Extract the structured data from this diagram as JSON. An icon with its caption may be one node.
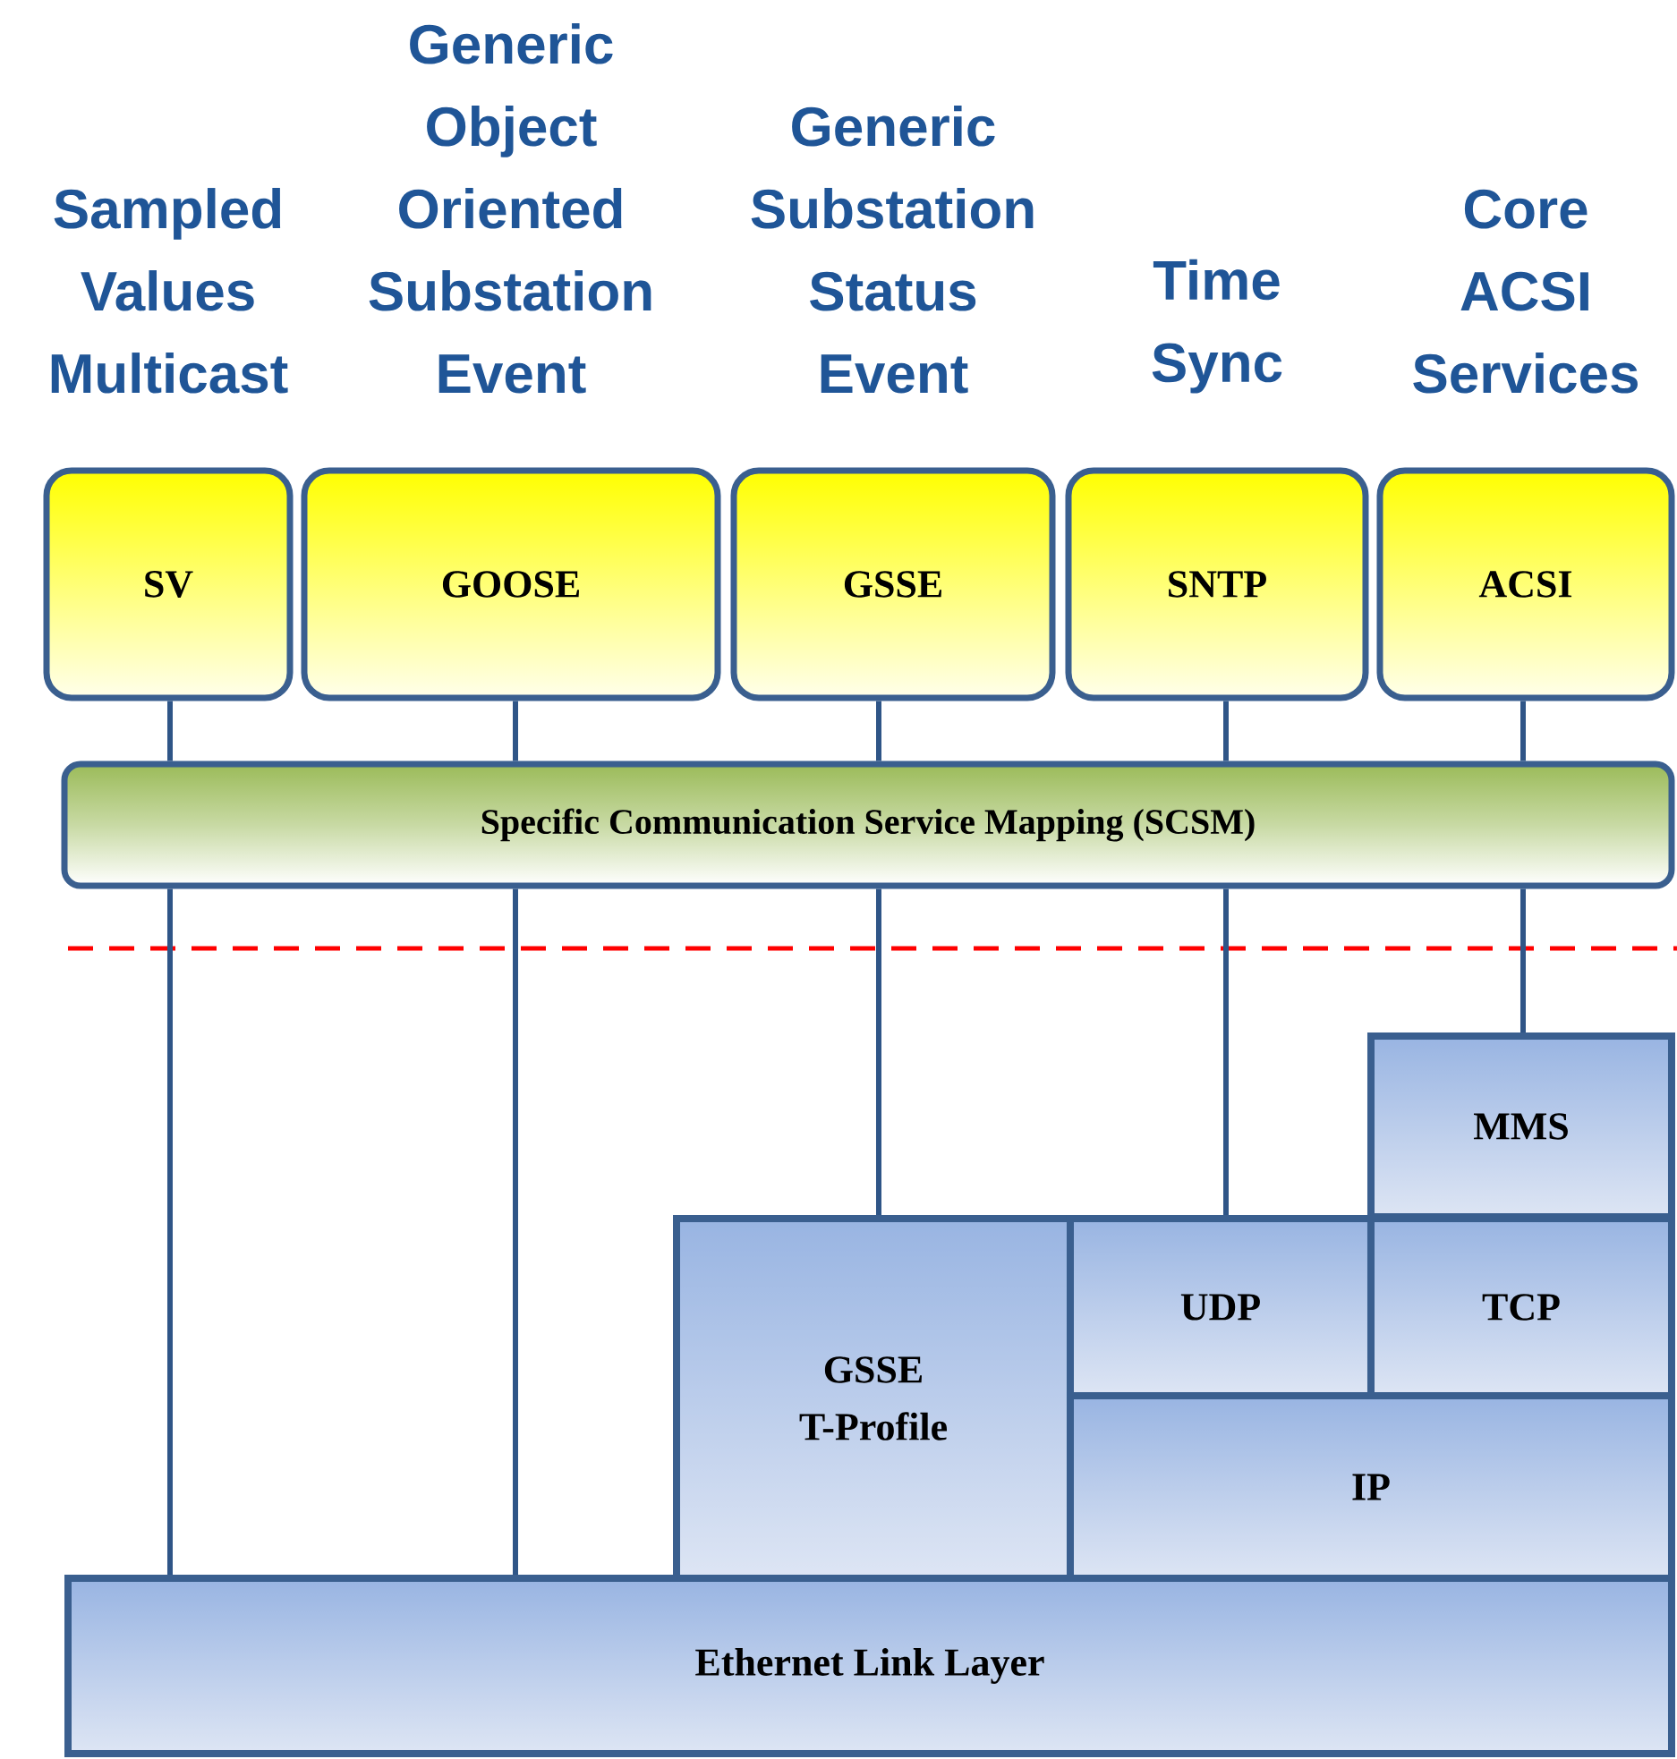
{
  "diagram": {
    "nodes": [
      {
        "text": [
          "Sampled Values Multicast",
          "SV"
        ]
      },
      {
        "text": [
          "Generic Object Oriented Substation Event",
          "GOOSE"
        ]
      },
      {
        "text": [
          "Generic Substation Status Event",
          "GSSE"
        ]
      },
      {
        "text": [
          "Time Sync",
          "SNTP"
        ]
      },
      {
        "text": [
          "Core ACSI Services",
          "ACSI"
        ]
      },
      {
        "text": [
          "Specific Communication Service Mapping (SCSM)"
        ]
      },
      {
        "text": [
          "MMS"
        ]
      },
      {
        "text": [
          "GSSE T-Profile"
        ]
      },
      {
        "text": [
          "UDP"
        ]
      },
      {
        "text": [
          "TCP"
        ]
      },
      {
        "text": [
          "IP"
        ]
      },
      {
        "text": [
          "Ethernet Link Layer"
        ]
      }
    ],
    "edges": [
      {
        "from": 0,
        "to": 5,
        "arrow": "none"
      },
      {
        "from": 1,
        "to": 5,
        "arrow": "none"
      },
      {
        "from": 2,
        "to": 5,
        "arrow": "none"
      },
      {
        "from": 3,
        "to": 5,
        "arrow": "none"
      },
      {
        "from": 4,
        "to": 5,
        "arrow": "none"
      },
      {
        "from": 5,
        "to": 11,
        "arrow": "none"
      },
      {
        "from": 5,
        "to": 11,
        "arrow": "none"
      },
      {
        "from": 5,
        "to": 7,
        "arrow": "none"
      },
      {
        "from": 5,
        "to": 8,
        "arrow": "none"
      },
      {
        "from": 5,
        "to": 6,
        "arrow": "none"
      }
    ]
  }
}
